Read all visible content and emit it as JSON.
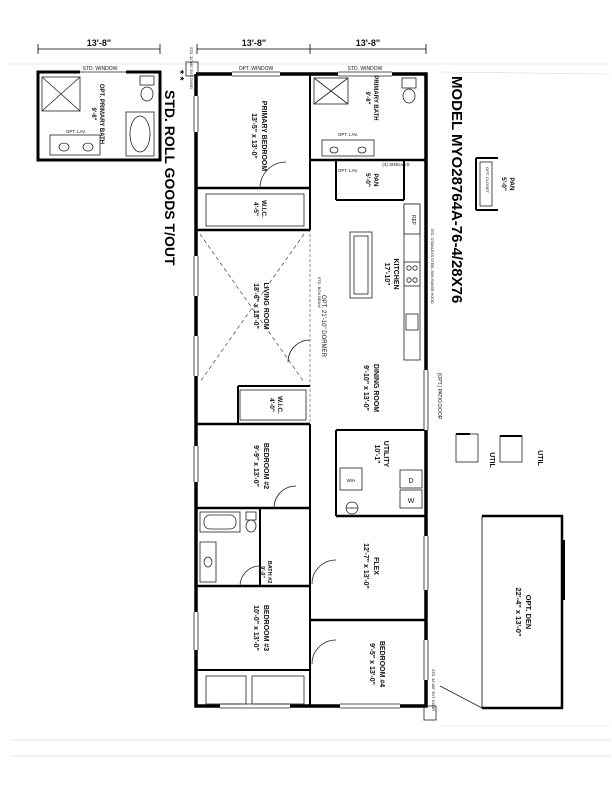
{
  "model_title": "MODEL MYO28764A-76-4/28X76",
  "goods_note": "STD. ROLL GOODS T/OUT",
  "stars": "* *",
  "dimensions": {
    "left": "13'-8\"",
    "mid": "13'-8\"",
    "right": "13'-8\""
  },
  "rooms": {
    "primary_bedroom": {
      "name": "PRIMARY BEDROOM",
      "size": "13'-5\" x 13'-0\""
    },
    "primary_bath": {
      "name": "PRIMARY BATH",
      "size": "9'-8\""
    },
    "opt_primary_bath": {
      "name": "OPT. PRIMARY BATH",
      "size": "9'-8\""
    },
    "pan_main": {
      "name": "PAN",
      "size": "5'-0\""
    },
    "pan_opt": {
      "name": "PAN",
      "size": "5'-0\""
    },
    "wic1": {
      "name": "W.I.C.",
      "size": "4'-5\""
    },
    "kitchen": {
      "name": "KITCHEN",
      "size": "17'-10\""
    },
    "living": {
      "name": "LIVING ROOM",
      "size": "18'-6\" x 13'-0\""
    },
    "dining": {
      "name": "DINING ROOM",
      "size": "9'-10\" x 13'-0\""
    },
    "wic2": {
      "name": "W.I.C.",
      "size": "4'-0\""
    },
    "bedroom2": {
      "name": "BEDROOM #2",
      "size": "9'-9\" x 13'-0\""
    },
    "utility": {
      "name": "UTILITY",
      "size": "10'-1\""
    },
    "util1": {
      "name": "UTIL"
    },
    "util2": {
      "name": "UTIL"
    },
    "bath2": {
      "name": "BATH #2",
      "size": "9'-0\""
    },
    "flex": {
      "name": "FLEX",
      "size": "12'-7\" x 13'-0\""
    },
    "bedroom3": {
      "name": "BEDROOM #3",
      "size": "10'-0\" x 13'-0\""
    },
    "bedroom4": {
      "name": "BEDROOM #4",
      "size": "9'-5\" x 13'-0\""
    },
    "den": {
      "name": "OPT. DEN",
      "size": "22'-4\" x 13'-0\""
    }
  },
  "notes": {
    "std_window_1": "STD. WINDOW",
    "std_window_2": "STD. WINDOW",
    "opt_window": "OPT. WINDOW",
    "opt_lav_1": "OPT. LAV.",
    "opt_lav_2": "OPT. LAV.",
    "opt_lav_3": "OPT. LAV.",
    "shelves": "(4) SHELVES",
    "range_hood": "STD. STAINLESS STEEL 30IN RANGE HOOD",
    "opt_dormer": "OPT. 21'-10\" DORMER",
    "std_box_beam": "STD. BOX BEAM",
    "patio_door": "(OPT.) PATIO DOOR",
    "wh": "W/H",
    "washer": "W",
    "dryer": "D",
    "ref": "REF",
    "opt_closet": "OPT. CLOSET",
    "std_sidewall_1": "STD. 32\"x80\" EXT. DOOR",
    "std_sidewall_2": "STD. 32\"x80\" EXT. DOOR"
  }
}
